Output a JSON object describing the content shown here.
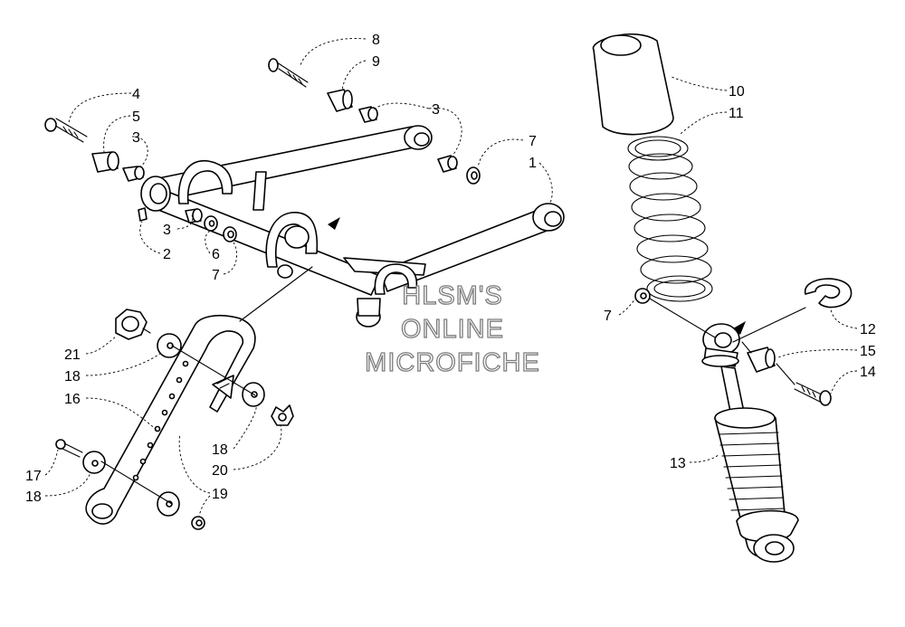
{
  "watermark": {
    "line1": "HLSM'S",
    "line2": "ONLINE",
    "line3": "MICROFICHE"
  },
  "callouts": [
    {
      "id": "c8",
      "label": "8"
    },
    {
      "id": "c9",
      "label": "9"
    },
    {
      "id": "c4",
      "label": "4"
    },
    {
      "id": "c5",
      "label": "5"
    },
    {
      "id": "c3a",
      "label": "3"
    },
    {
      "id": "c3b",
      "label": "3"
    },
    {
      "id": "c7a",
      "label": "7"
    },
    {
      "id": "c1",
      "label": "1"
    },
    {
      "id": "c3c",
      "label": "3"
    },
    {
      "id": "c2",
      "label": "2"
    },
    {
      "id": "c6",
      "label": "6"
    },
    {
      "id": "c7b",
      "label": "7"
    },
    {
      "id": "c10",
      "label": "10"
    },
    {
      "id": "c11",
      "label": "11"
    },
    {
      "id": "c7c",
      "label": "7"
    },
    {
      "id": "c12",
      "label": "12"
    },
    {
      "id": "c15",
      "label": "15"
    },
    {
      "id": "c14",
      "label": "14"
    },
    {
      "id": "c13",
      "label": "13"
    },
    {
      "id": "c21",
      "label": "21"
    },
    {
      "id": "c18a",
      "label": "18"
    },
    {
      "id": "c16",
      "label": "16"
    },
    {
      "id": "c18b",
      "label": "18"
    },
    {
      "id": "c20",
      "label": "20"
    },
    {
      "id": "c17",
      "label": "17"
    },
    {
      "id": "c18c",
      "label": "18"
    },
    {
      "id": "c19",
      "label": "19"
    }
  ]
}
